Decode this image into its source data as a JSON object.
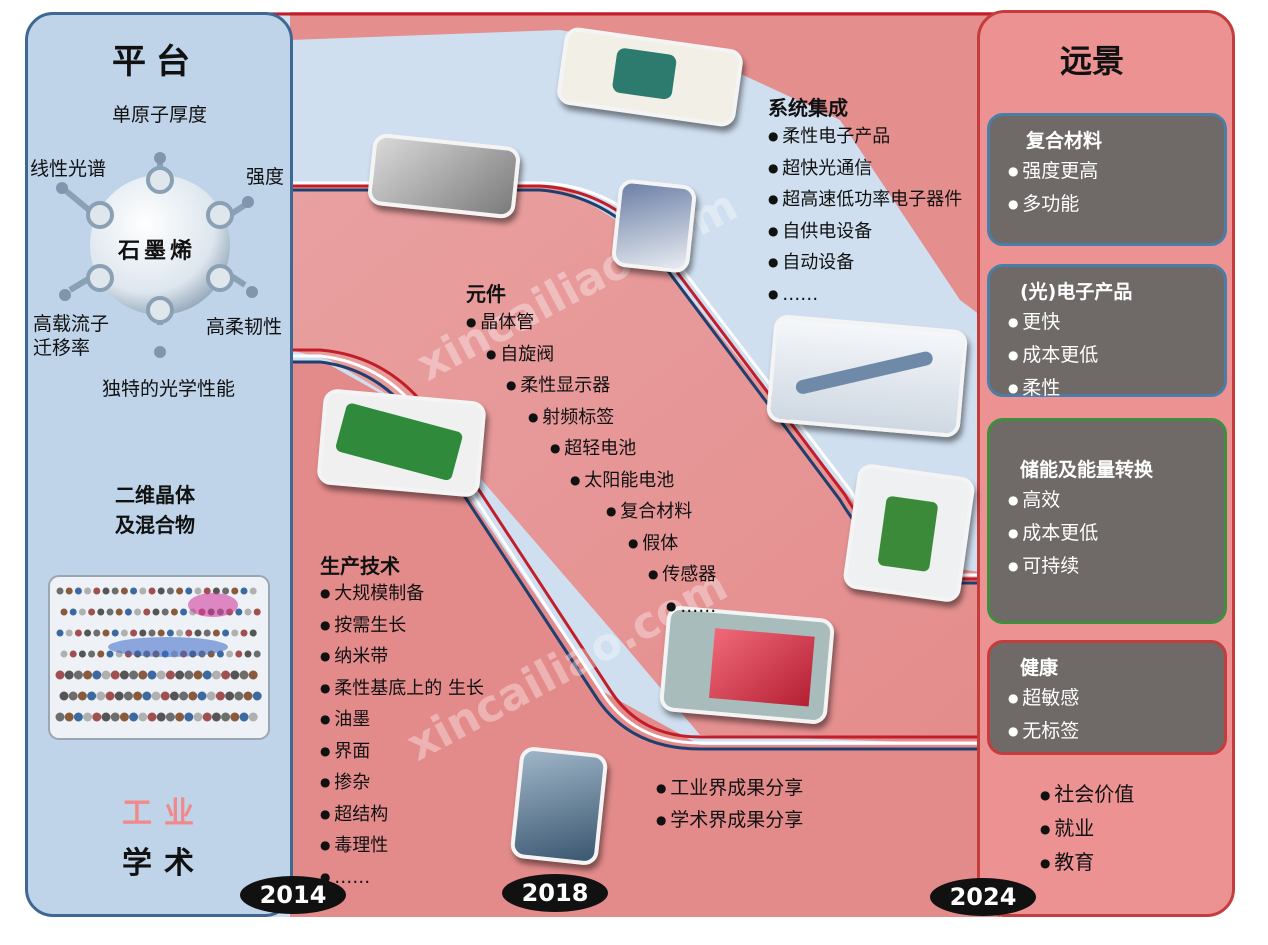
{
  "platform": {
    "title": "平台",
    "center": "石墨烯",
    "properties": [
      "单原子厚度",
      "强度",
      "高柔韧性",
      "独特的光学性能",
      "高载流子\n迁移率",
      "线性光谱"
    ],
    "crystal": "二维晶体\n及混合物",
    "industry": "工业",
    "academia": "学术"
  },
  "vision": {
    "title": "远景",
    "boxes": [
      {
        "title": "复合材料",
        "items": [
          "强度更高",
          "多功能"
        ],
        "border": "#4a7ea8"
      },
      {
        "title": "(光)电子产品",
        "items": [
          "更快",
          "成本更低",
          "柔性"
        ],
        "border": "#4a7ea8"
      },
      {
        "title": "储能及能量转换",
        "items": [
          "高效",
          "成本更低",
          "可持续"
        ],
        "border": "#3f8f3f"
      },
      {
        "title": "健康",
        "items": [
          "超敏感",
          "无标签"
        ],
        "border": "#c43c3c"
      }
    ],
    "social": [
      "社会价值",
      "就业",
      "教育"
    ]
  },
  "system": {
    "title": "系统集成",
    "items": [
      "柔性电子产品",
      "超快光通信",
      "超高速低功率电子器件",
      "自供电设备",
      "自动设备",
      "……"
    ]
  },
  "components": {
    "title": "元件",
    "items": [
      "晶体管",
      "自旋阀",
      "柔性显示器",
      "射频标签",
      "超轻电池",
      "太阳能电池",
      "复合材料",
      "假体",
      "传感器",
      "……"
    ]
  },
  "production": {
    "title": "生产技术",
    "items": [
      "大规模制备",
      "按需生长",
      "纳米带",
      "柔性基底上的 生长",
      "油墨",
      "界面",
      "掺杂",
      "超结构",
      "毒理性",
      "……"
    ]
  },
  "sharing": [
    "工业界成果分享",
    "学术界成果分享"
  ],
  "years": [
    "2014",
    "2018",
    "2024"
  ],
  "watermark": "xincailiao.com",
  "colors": {
    "blue": "#bfd4e9",
    "red": "#ec9292",
    "dark_red": "#c43c3c",
    "dark_blue": "#3e6791",
    "gray": "#6f6a67"
  }
}
